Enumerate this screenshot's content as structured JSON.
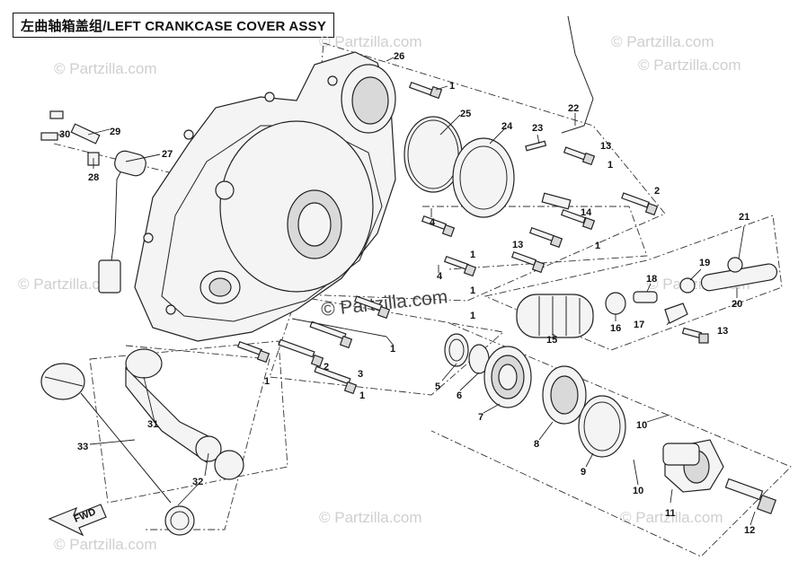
{
  "title": "左曲轴箱盖组/LEFT CRANKCASE COVER ASSY",
  "watermark": "© Partzilla.com",
  "watermark_center": "© Partzilla.com",
  "fwd_label": "FWD",
  "callouts": {
    "c1a": "1",
    "c1b": "1",
    "c1c": "1",
    "c1d": "1",
    "c1e": "1",
    "c1f": "1",
    "c1g": "1",
    "c1h": "1",
    "c1i": "1",
    "c2a": "2",
    "c2b": "2",
    "c3": "3",
    "c4a": "4",
    "c4b": "4",
    "c5": "5",
    "c6": "6",
    "c7": "7",
    "c8": "8",
    "c9": "9",
    "c10a": "10",
    "c10b": "10",
    "c11": "11",
    "c12": "12",
    "c13a": "13",
    "c13b": "13",
    "c13c": "13",
    "c14": "14",
    "c15": "15",
    "c16": "16",
    "c17": "17",
    "c18": "18",
    "c19": "19",
    "c20": "20",
    "c21": "21",
    "c22": "22",
    "c23": "23",
    "c24": "24",
    "c25": "25",
    "c26": "26",
    "c27": "27",
    "c28": "28",
    "c29": "29",
    "c30": "30",
    "c31": "31",
    "c32": "32",
    "c33": "33"
  }
}
